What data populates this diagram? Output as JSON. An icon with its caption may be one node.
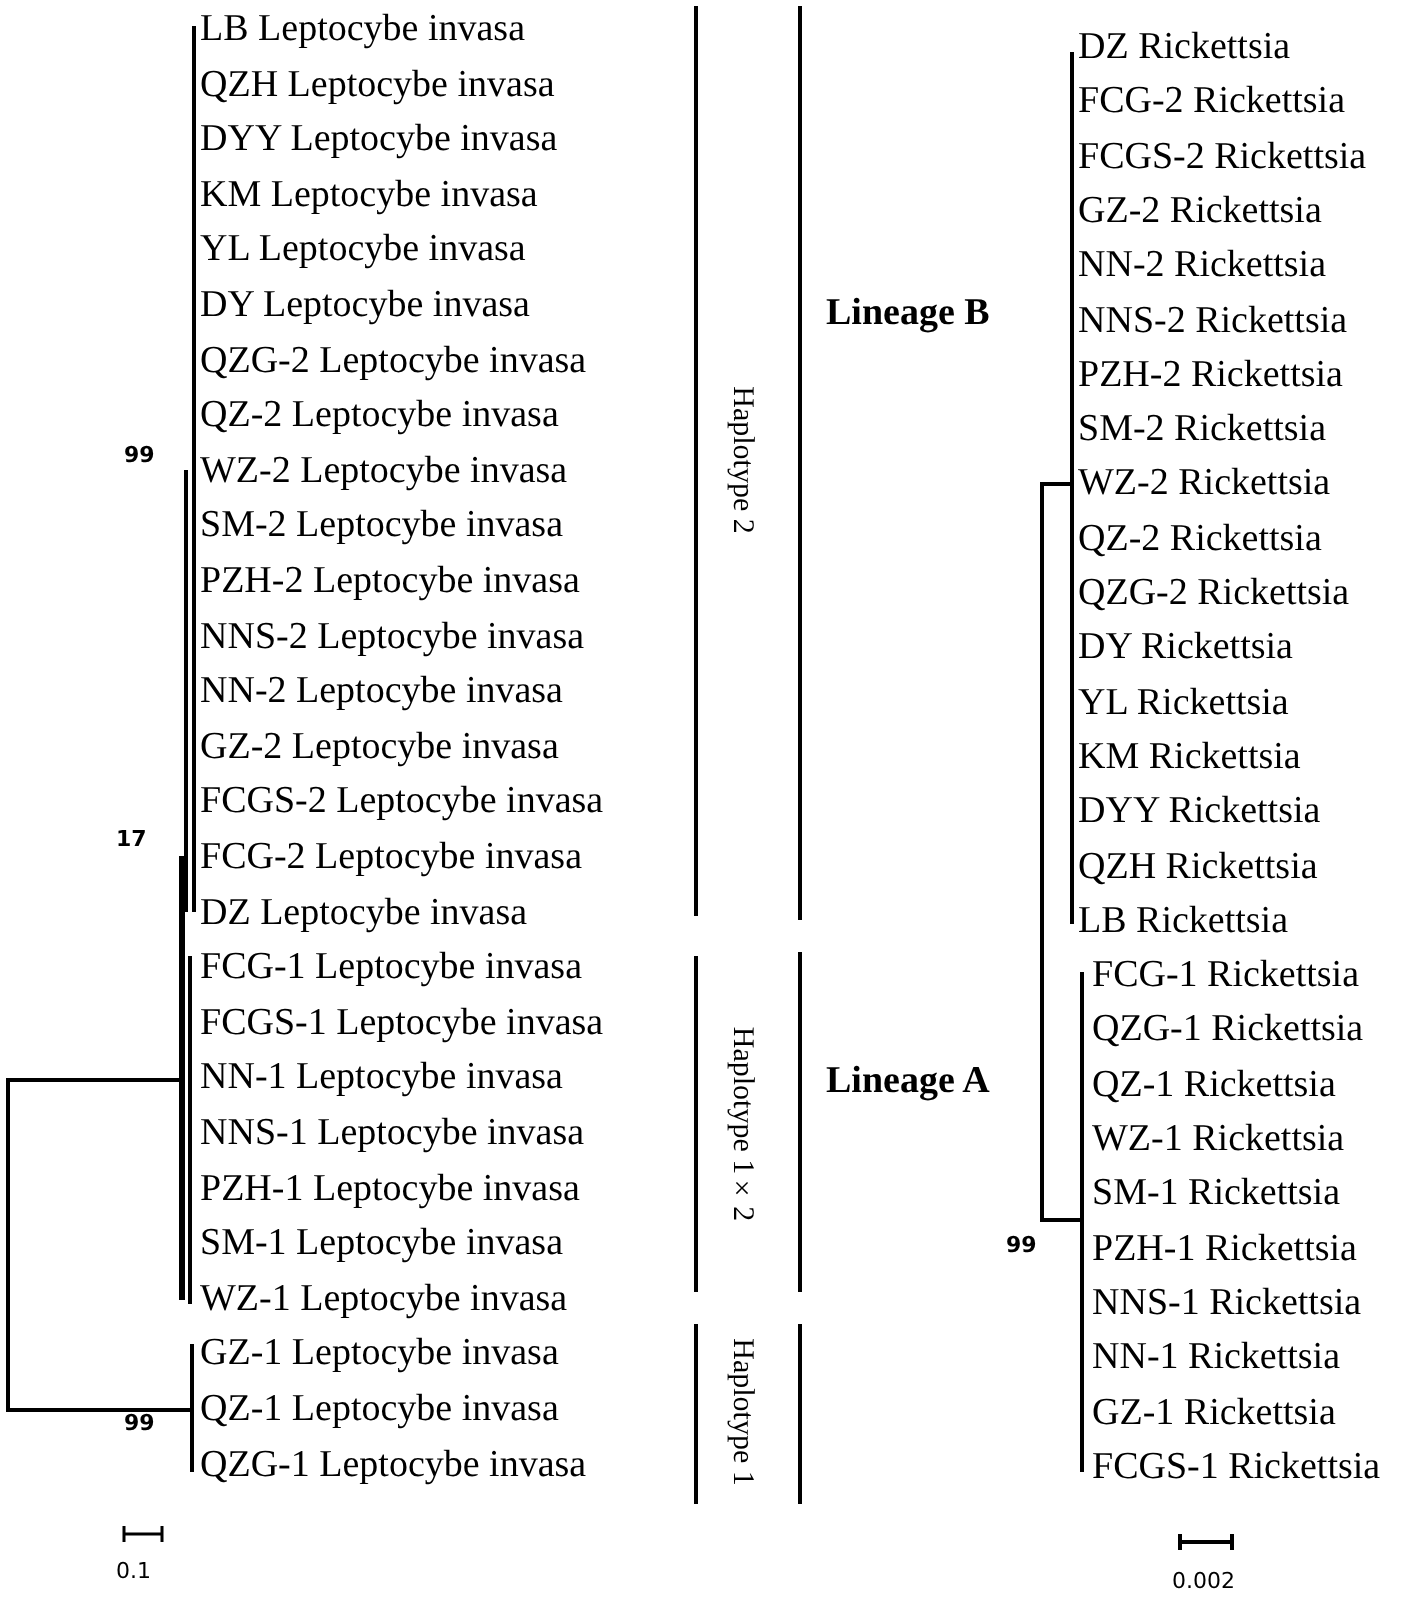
{
  "diagram": {
    "labels": [
      "LB Leptocybe invasa",
      "QZH Leptocybe invasa",
      "DYY Leptocybe invasa",
      "KM Leptocybe invasa",
      "YL Leptocybe invasa",
      "DY Leptocybe invasa",
      "QZG-2 Leptocybe invasa",
      "QZ-2 Leptocybe invasa",
      "WZ-2 Leptocybe invasa",
      "SM-2 Leptocybe invasa",
      "PZH-2 Leptocybe invasa",
      "NNS-2 Leptocybe invasa",
      "NN-2 Leptocybe invasa",
      "GZ-2 Leptocybe invasa",
      "FCGS-2 Leptocybe invasa",
      "FCG-2 Leptocybe invasa",
      "DZ Leptocybe invasa",
      "FCG-1 Leptocybe invasa",
      "FCGS-1 Leptocybe invasa",
      "NN-1 Leptocybe invasa",
      "NNS-1 Leptocybe invasa",
      "PZH-1 Leptocybe invasa",
      "SM-1 Leptocybe invasa",
      "WZ-1 Leptocybe invasa",
      "GZ-1 Leptocybe invasa",
      "QZ-1 Leptocybe invasa",
      "QZG-1 Leptocybe invasa",
      "99",
      "17",
      "99",
      "Haplotype 2",
      "Haplotype 1×2",
      "Haplotype 1",
      "Lineage B",
      "Lineage A",
      "DZ Rickettsia",
      "FCG-2 Rickettsia",
      "FCGS-2 Rickettsia",
      "GZ-2 Rickettsia",
      "NN-2 Rickettsia",
      "NNS-2 Rickettsia",
      "PZH-2 Rickettsia",
      "SM-2 Rickettsia",
      "WZ-2 Rickettsia",
      "QZ-2 Rickettsia",
      "QZG-2 Rickettsia",
      "DY Rickettsia",
      "YL Rickettsia",
      "KM Rickettsia",
      "DYY Rickettsia",
      "QZH Rickettsia",
      "LB Rickettsia",
      "FCG-1 Rickettsia",
      "QZG-1 Rickettsia",
      "QZ-1 Rickettsia",
      "WZ-1 Rickettsia",
      "SM-1 Rickettsia",
      "PZH-1 Rickettsia",
      "NNS-1 Rickettsia",
      "NN-1 Rickettsia",
      "GZ-1 Rickettsia",
      "FCGS-1 Rickettsia",
      "99",
      "0.1",
      "0.002"
    ]
  }
}
